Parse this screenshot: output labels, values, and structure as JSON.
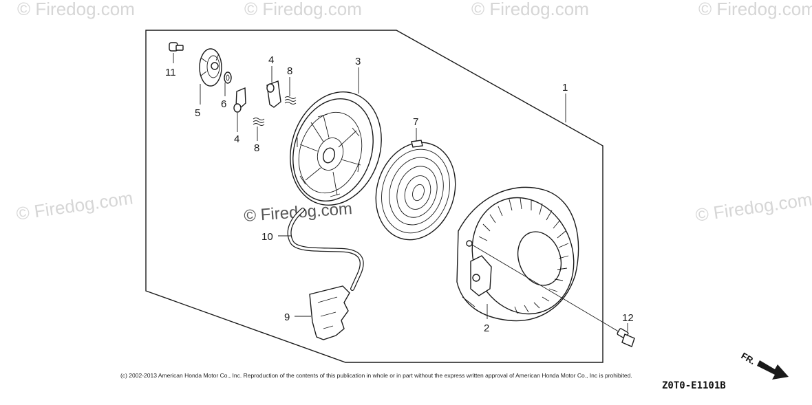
{
  "watermarks": [
    "© Firedog.com",
    "© Firedog.com",
    "© Firedog.com",
    "© Firedog.com",
    "© Firedog.com",
    "© Firedog.com",
    "© Firedog.com"
  ],
  "callouts": {
    "c1": "1",
    "c2": "2",
    "c3": "3",
    "c4a": "4",
    "c4b": "4",
    "c5": "5",
    "c6": "6",
    "c7": "7",
    "c8a": "8",
    "c8b": "8",
    "c9": "9",
    "c10": "10",
    "c11": "11",
    "c12": "12"
  },
  "footer": {
    "copyright": "(c) 2002-2013 American Honda Motor Co., Inc. Reproduction of the contents of this publication in whole or in part without the express written approval of American Honda Motor Co., Inc is prohibited.",
    "diagram_code": "Z0T0-E1101B",
    "direction_label": "FR."
  }
}
